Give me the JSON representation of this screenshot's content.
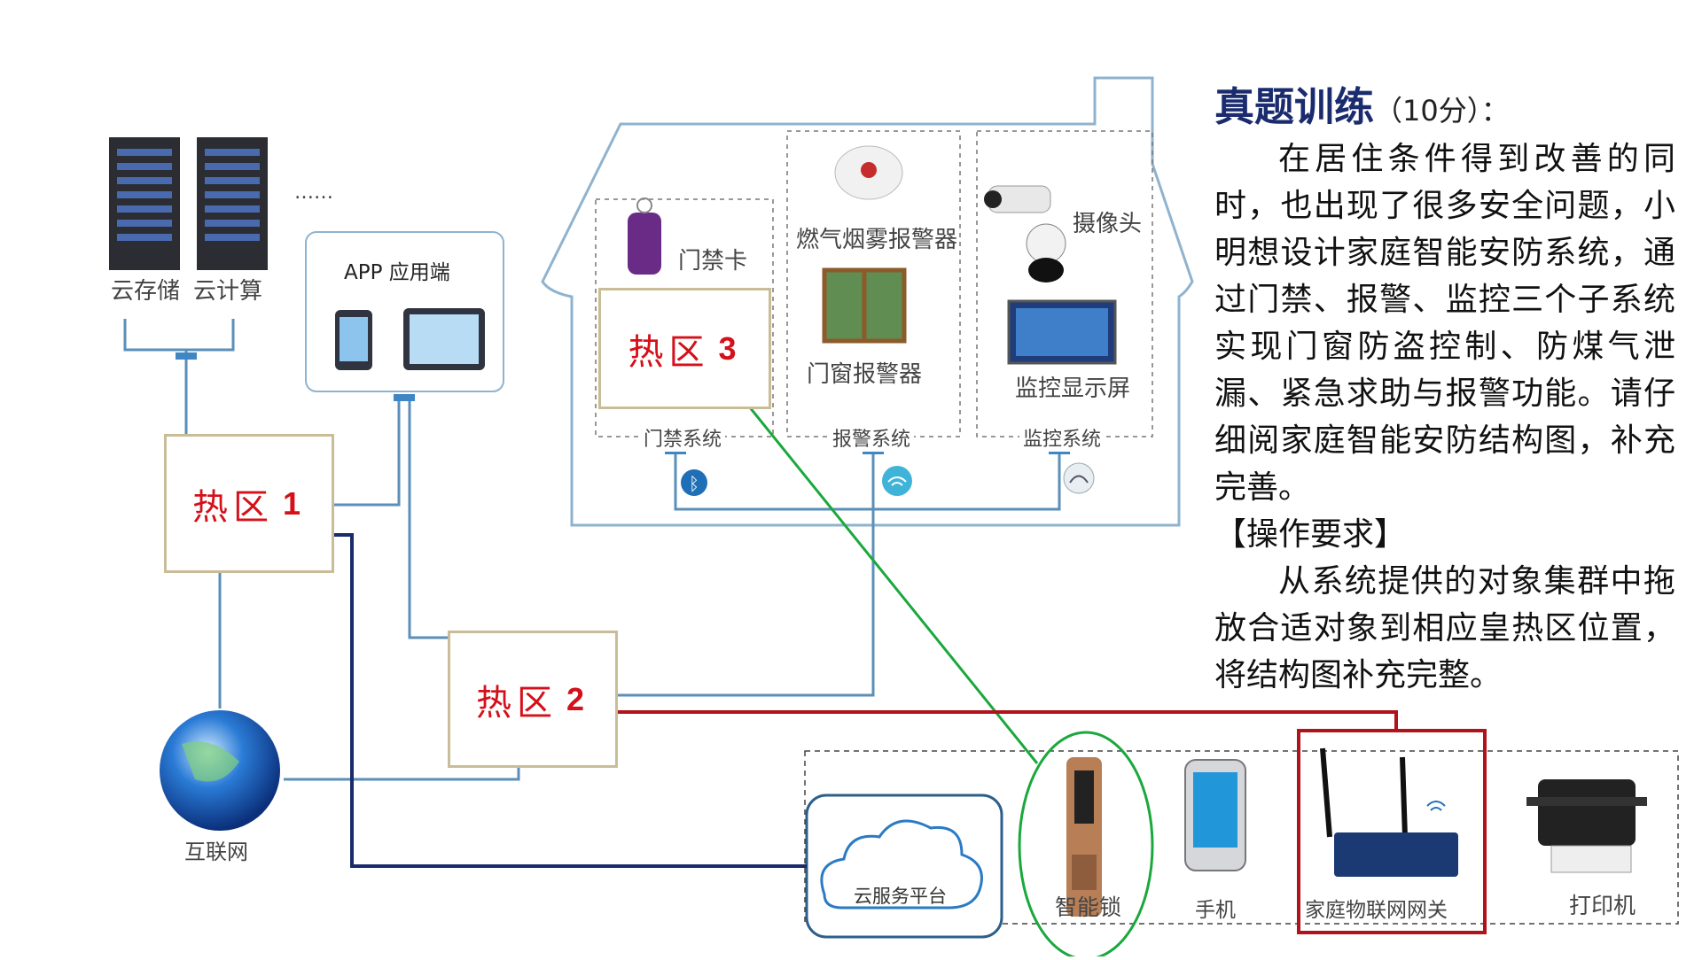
{
  "left": {
    "cloud_storage": "云存储",
    "cloud_compute": "云计算",
    "ellipsis": "……",
    "app_title": "APP 应用端",
    "internet": "互联网"
  },
  "hotzones": [
    {
      "label": "热区",
      "num": "1"
    },
    {
      "label": "热区",
      "num": "2"
    },
    {
      "label": "热区",
      "num": "3"
    }
  ],
  "house": {
    "access_card": "门禁卡",
    "gas_alarm": "燃气烟雾报警器",
    "camera": "摄像头",
    "window_alarm": "门窗报警器",
    "monitor_screen": "监控显示屏",
    "subsystems": [
      "门禁系统",
      "报警系统",
      "监控系统"
    ]
  },
  "objects": {
    "cloud_platform": "云服务平台",
    "smart_lock": "智能锁",
    "phone": "手机",
    "gateway": "家庭物联网网关",
    "printer": "打印机"
  },
  "panel": {
    "title": "真题训练",
    "score": "（10分）：",
    "para1": "在居住条件得到改善的同时，也出现了很多安全问题，小明想设计家庭智能安防系统，通过门禁、报警、监控三个子系统实现门窗防盗控制、防煤气泄漏、紧急求助与报警功能。请仔细阅家庭智能安防结构图，补充完善。",
    "req_title": "【操作要求】",
    "para2": "从系统提供的对象集群中拖放合适对象到相应皇热区位置，将结构图补充完整。"
  },
  "colors": {
    "hotzone_text": "#d4101a",
    "green_arrow": "#1aa83c",
    "red_arrow": "#b0131b",
    "navy_arrow": "#1b2a6b",
    "connector": "#5b8fb9"
  }
}
